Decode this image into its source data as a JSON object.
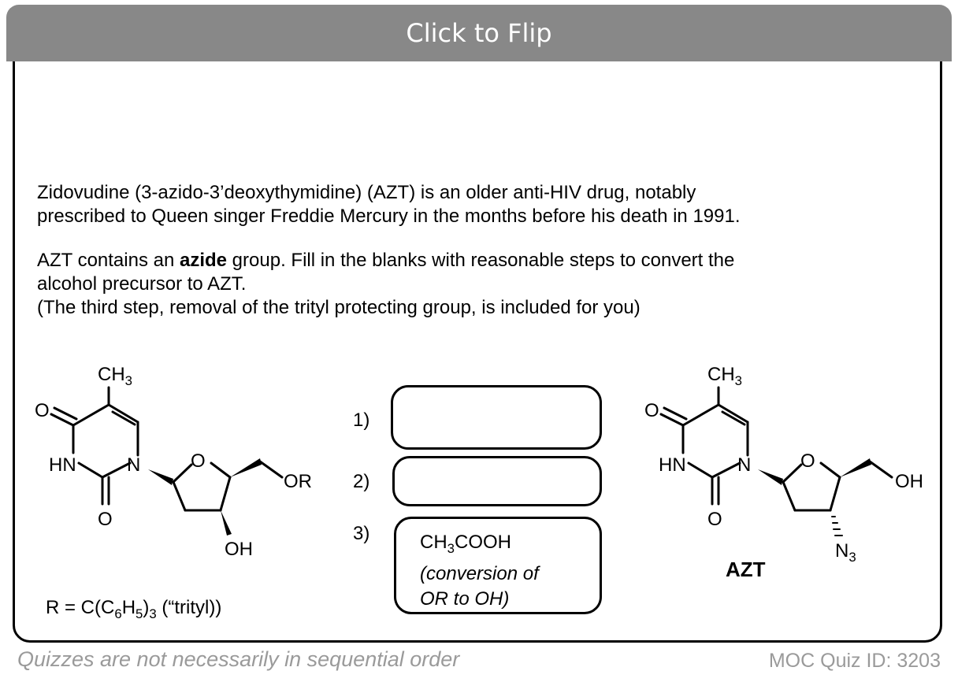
{
  "header": {
    "flip_label": "Click to Flip"
  },
  "question": {
    "para1_line1": "Zidovudine (3-azido-3’deoxythymidine) (AZT) is an older anti-HIV drug, notably",
    "para1_line2": "prescribed to Queen singer Freddie Mercury in the months before his death in 1991.",
    "para2_pre": "AZT contains an ",
    "para2_bold": "azide",
    "para2_post": " group. Fill in the blanks with reasonable steps to convert the",
    "para2_line2": "alcohol precursor to AZT.",
    "para2_line3": "(The third step, removal of the trityl protecting group, is included for you)"
  },
  "left_molecule": {
    "ch3": "CH",
    "ch3_sub": "3",
    "o_top": "O",
    "hn": "HN",
    "n": "N",
    "o_bottom": "O",
    "o_ring": "O",
    "or": "OR",
    "oh": "OH"
  },
  "r_definition": {
    "pre": "R = C(C",
    "sub1": "6",
    "mid": "H",
    "sub2": "5",
    "close": ")",
    "sub3": "3",
    "post": " (“trityl))"
  },
  "steps": [
    {
      "label": "1)",
      "value": ""
    },
    {
      "label": "2)",
      "value": ""
    },
    {
      "label": "3)",
      "reagent_pre": "CH",
      "reagent_sub": "3",
      "reagent_post": "COOH",
      "note_line1": "(conversion of",
      "note_line2": "OR to OH)"
    }
  ],
  "right_molecule": {
    "ch3": "CH",
    "ch3_sub": "3",
    "o_top": "O",
    "hn": "HN",
    "n": "N",
    "o_bottom": "O",
    "o_ring": "O",
    "oh": "OH",
    "n3": "N",
    "n3_sub": "3",
    "name": "AZT"
  },
  "footer": {
    "left": "Quizzes are not necessarily in sequential order",
    "right": "MOC Quiz ID: 3203"
  }
}
